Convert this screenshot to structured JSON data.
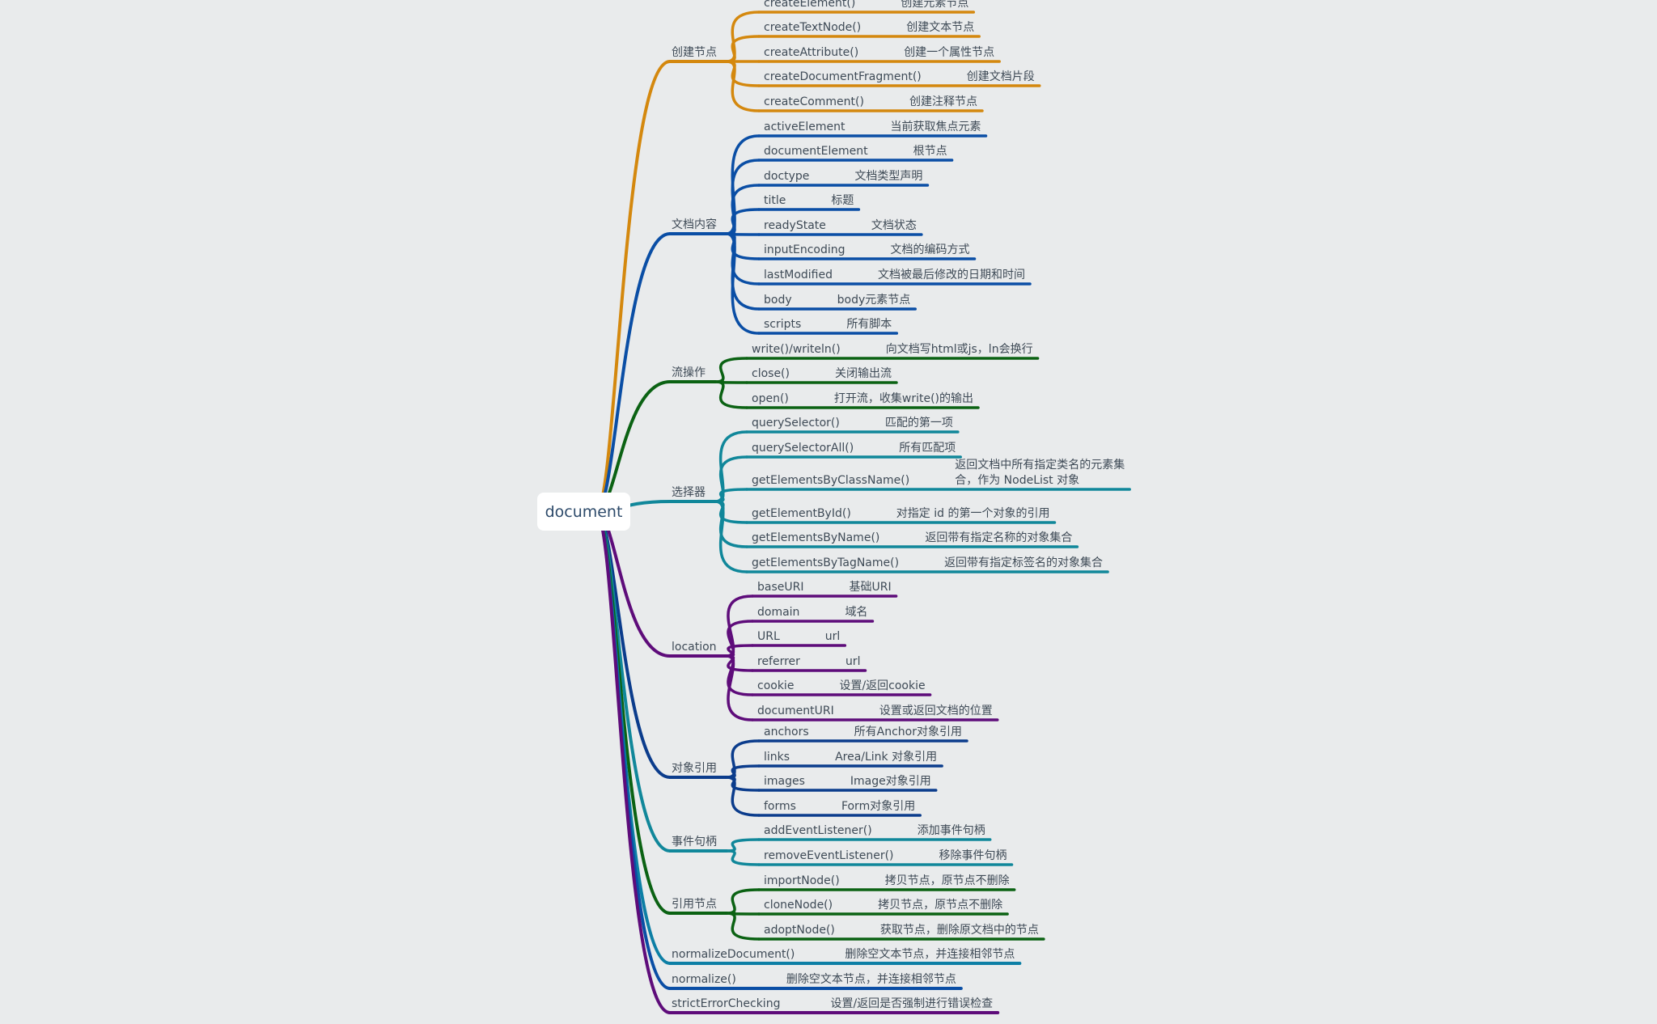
{
  "root": "document",
  "colors": {
    "background": "#e9ebec",
    "orange": "#d4880e",
    "blue": "#0a4ea5",
    "green": "#0b6213",
    "teal": "#10879a",
    "purple": "#5e0c7a",
    "navy": "#0b3c8c",
    "cyan": "#0d7fa5",
    "text": "#3e4a56"
  },
  "branches": [
    {
      "label": "创建节点",
      "color": "orange",
      "children": [
        {
          "name": "createElement()",
          "desc": "创建元素节点"
        },
        {
          "name": "createTextNode()",
          "desc": "创建文本节点"
        },
        {
          "name": "createAttribute()",
          "desc": "创建一个属性节点"
        },
        {
          "name": "createDocumentFragment()",
          "desc": "创建文档片段"
        },
        {
          "name": "createComment()",
          "desc": "创建注释节点"
        }
      ]
    },
    {
      "label": "文档内容",
      "color": "blue",
      "children": [
        {
          "name": "activeElement",
          "desc": "当前获取焦点元素"
        },
        {
          "name": "documentElement",
          "desc": "根节点"
        },
        {
          "name": "doctype",
          "desc": "文档类型声明"
        },
        {
          "name": "title",
          "desc": "标题"
        },
        {
          "name": "readyState",
          "desc": "文档状态"
        },
        {
          "name": "inputEncoding",
          "desc": "文档的编码方式"
        },
        {
          "name": "lastModified",
          "desc": "文档被最后修改的日期和时间"
        },
        {
          "name": "body",
          "desc": "body元素节点"
        },
        {
          "name": "scripts",
          "desc": "所有脚本"
        }
      ]
    },
    {
      "label": "流操作",
      "color": "green",
      "children": [
        {
          "name": "write()/writeln()",
          "desc": "向文档写html或js，ln会换行"
        },
        {
          "name": "close()",
          "desc": "关闭输出流"
        },
        {
          "name": "open()",
          "desc": "打开流，收集write()的输出"
        }
      ]
    },
    {
      "label": "选择器",
      "color": "teal",
      "children": [
        {
          "name": "querySelector()",
          "desc": "匹配的第一项"
        },
        {
          "name": "querySelectorAll()",
          "desc": "所有匹配项"
        },
        {
          "name": "getElementsByClassName()",
          "desc": "返回文档中所有指定类名的元素集合，作为 NodeList 对象",
          "desc_lines": [
            "返回文档中所有指定类名的元素集",
            "合，作为 NodeList 对象"
          ]
        },
        {
          "name": "getElementById()",
          "desc": "对指定 id 的第一个对象的引用"
        },
        {
          "name": "getElementsByName()",
          "desc": "返回带有指定名称的对象集合"
        },
        {
          "name": "getElementsByTagName()",
          "desc": "返回带有指定标签名的对象集合"
        }
      ]
    },
    {
      "label": "location",
      "color": "purple",
      "children": [
        {
          "name": "baseURI",
          "desc": "基础URI"
        },
        {
          "name": "domain",
          "desc": "域名"
        },
        {
          "name": "URL",
          "desc": "url"
        },
        {
          "name": "referrer",
          "desc": "url"
        },
        {
          "name": "cookie",
          "desc": "设置/返回cookie"
        },
        {
          "name": "documentURI",
          "desc": "设置或返回文档的位置"
        }
      ]
    },
    {
      "label": "对象引用",
      "color": "navy",
      "children": [
        {
          "name": "anchors",
          "desc": "所有Anchor对象引用"
        },
        {
          "name": "links",
          "desc": "Area/Link 对象引用"
        },
        {
          "name": "images",
          "desc": "Image对象引用"
        },
        {
          "name": "forms",
          "desc": "Form对象引用"
        }
      ]
    },
    {
      "label": "事件句柄",
      "color": "teal",
      "children": [
        {
          "name": "addEventListener()",
          "desc": "添加事件句柄"
        },
        {
          "name": "removeEventListener()",
          "desc": "移除事件句柄"
        }
      ]
    },
    {
      "label": "引用节点",
      "color": "green",
      "children": [
        {
          "name": "importNode()",
          "desc": "拷贝节点，原节点不删除"
        },
        {
          "name": "cloneNode()",
          "desc": "拷贝节点，原节点不删除"
        },
        {
          "name": "adoptNode()",
          "desc": "获取节点，删除原文档中的节点"
        }
      ]
    },
    {
      "label": "normalizeDocument()",
      "color": "cyan",
      "desc": "删除空文本节点，并连接相邻节点"
    },
    {
      "label": "normalize()",
      "color": "blue",
      "desc": "删除空文本节点，并连接相邻节点"
    },
    {
      "label": "strictErrorChecking",
      "color": "purple",
      "desc": "设置/返回是否强制进行错误检查"
    }
  ]
}
